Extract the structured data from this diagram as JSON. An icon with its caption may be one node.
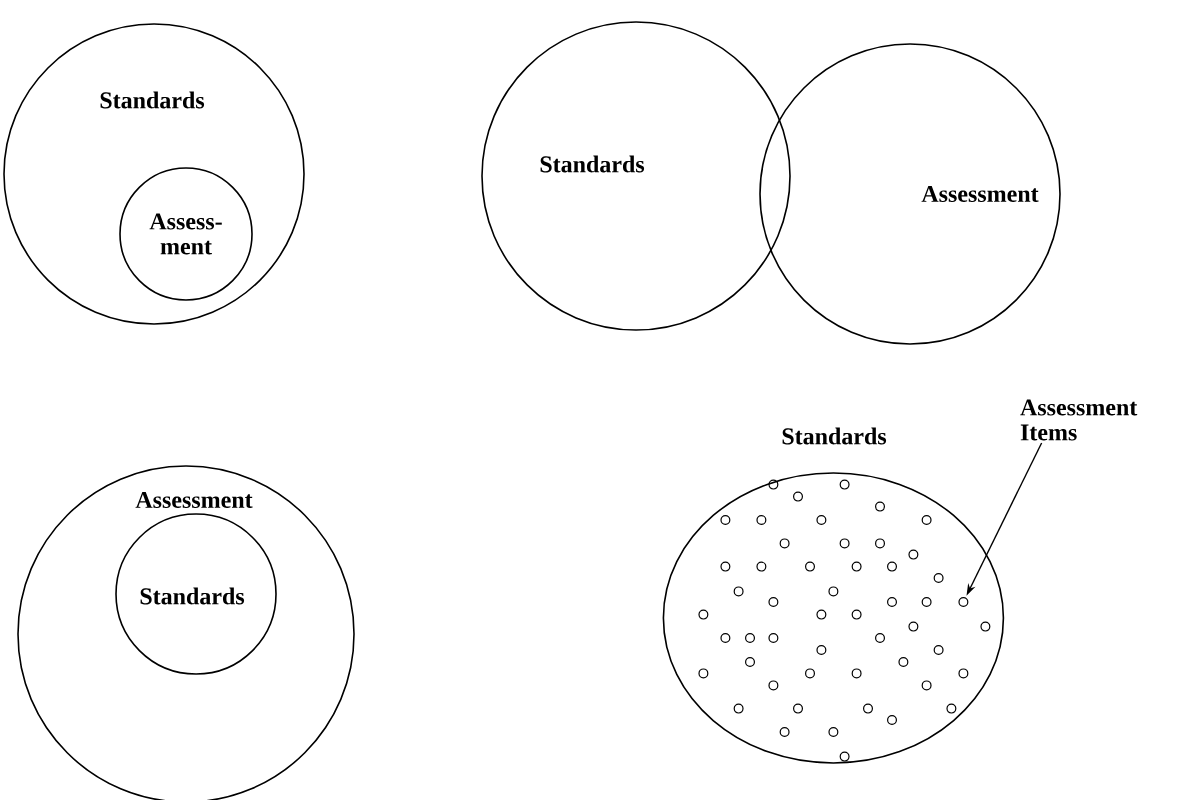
{
  "diagram": {
    "nodes": [
      {
        "text": [
          "Standards"
        ]
      },
      {
        "text": [
          "Assess- ment"
        ],
        "in": 0
      },
      {
        "text": [
          "Standards"
        ]
      },
      {
        "text": [
          "Assessment"
        ]
      },
      {
        "text": [
          "Assessment"
        ]
      },
      {
        "text": [
          "Standards"
        ],
        "in": 4
      },
      {
        "text": [
          "Standards"
        ]
      },
      {
        "text": [
          "Assessment Items"
        ]
      },
      {
        "text": [],
        "shape": "circle",
        "in": 6
      }
    ],
    "edges": [
      {
        "from": 7,
        "to": 8,
        "arrow": "to"
      }
    ]
  }
}
